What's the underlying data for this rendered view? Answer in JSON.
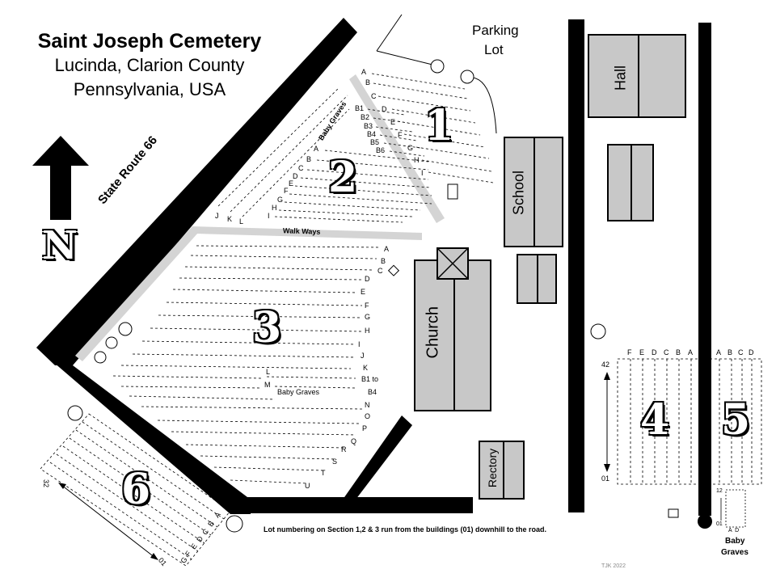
{
  "title": {
    "main": "Saint Joseph Cemetery",
    "line2": "Lucinda, Clarion County",
    "line3": "Pennsylvania, USA"
  },
  "north": "N",
  "road": "State Route 66",
  "parking": "Parking\nLot",
  "parking_line1": "Parking",
  "parking_line2": "Lot",
  "walkways": "Walk Ways",
  "buildings": {
    "hall": "Hall",
    "school": "School",
    "church": "Church",
    "rectory": "Rectory"
  },
  "sections": {
    "s1": "1",
    "s2": "2",
    "s3": "3",
    "s4": "4",
    "s5": "5",
    "s6": "6"
  },
  "section1_rows": [
    "A",
    "B",
    "C",
    "D",
    "E",
    "F",
    "G",
    "H",
    "I"
  ],
  "section1_baby_rows": [
    "B1",
    "B2",
    "B3",
    "B4",
    "B5",
    "B6"
  ],
  "section2_rows": [
    "A",
    "B",
    "C",
    "D",
    "E",
    "F",
    "G",
    "H",
    "I"
  ],
  "section2_extra": [
    "J",
    "K",
    "L"
  ],
  "section2_baby": "Baby Graves",
  "section3_rows": [
    "A",
    "B",
    "C",
    "D",
    "E",
    "F",
    "G",
    "H",
    "I",
    "J",
    "K",
    "B1 to",
    "B4",
    "N",
    "O",
    "P",
    "Q",
    "R",
    "S",
    "T",
    "U"
  ],
  "section3_inner": [
    "L",
    "M"
  ],
  "section3_baby": "Baby Graves",
  "section4_cols": [
    "F",
    "E",
    "D",
    "C",
    "B",
    "A"
  ],
  "section5_cols": [
    "A",
    "B",
    "C",
    "D"
  ],
  "section4_top": "42",
  "section4_bottom": "01",
  "section6_rows": [
    "G",
    "F",
    "E",
    "D",
    "C",
    "B",
    "A"
  ],
  "section6_top": "32",
  "section6_bottom": "01",
  "babygraves_small": {
    "top": "12",
    "bottom": "01",
    "cols": "A  D",
    "label_line1": "Baby",
    "label_line2": "Graves"
  },
  "note": "Lot numbering on Section 1,2 & 3 run from the buildings (01) downhill to the road.",
  "credit": "TJK 2022",
  "colors": {
    "road": "#000000",
    "building": "#c8c8c8",
    "walkway": "#d4d4d4"
  }
}
